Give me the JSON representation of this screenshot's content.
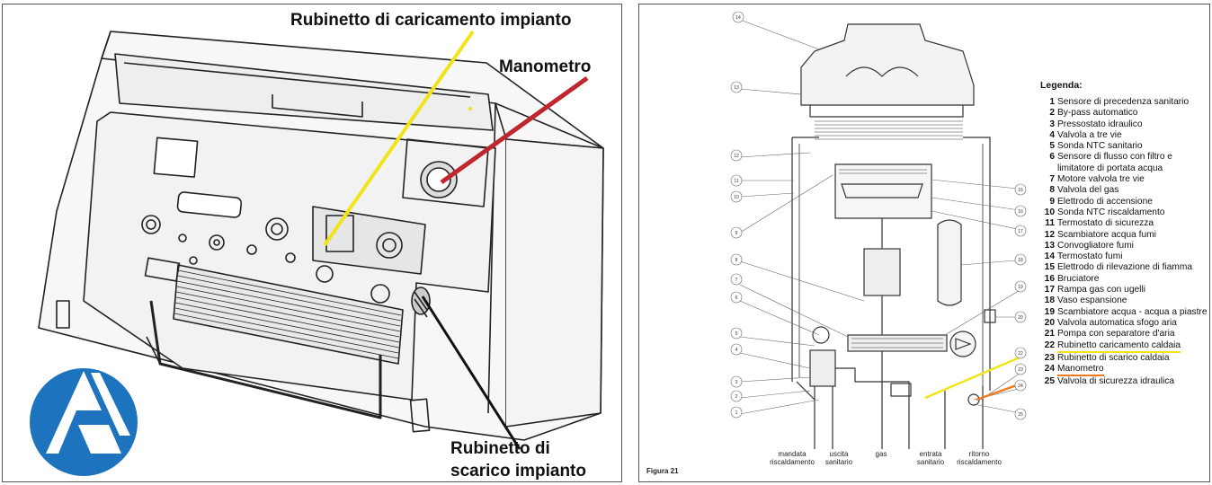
{
  "left_panel": {
    "callouts": {
      "caricamento": "Rubinetto di caricamento impianto",
      "manometro": "Manometro",
      "scarico": "Rubinetto di scarico impianto"
    },
    "colors": {
      "caricamento": "#f2e41a",
      "manometro": "#c0262d",
      "scarico": "#111111",
      "logo": "#1e73be"
    },
    "logo_icon": "brand-logo-icon"
  },
  "right_panel": {
    "legend_title": "Legenda:",
    "legend": [
      {
        "num": "1",
        "label": "Sensore di precedenza sanitario"
      },
      {
        "num": "2",
        "label": "By-pass automatico"
      },
      {
        "num": "3",
        "label": "Pressostato idraulico"
      },
      {
        "num": "4",
        "label": "Valvola a tre vie"
      },
      {
        "num": "5",
        "label": "Sonda NTC sanitario"
      },
      {
        "num": "6",
        "label": "Sensore di flusso con filtro e"
      },
      {
        "num": "",
        "label": "limitatore di portata acqua"
      },
      {
        "num": "7",
        "label": "Motore valvola tre vie"
      },
      {
        "num": "8",
        "label": "Valvola del gas"
      },
      {
        "num": "9",
        "label": "Elettrodo di accensione"
      },
      {
        "num": "10",
        "label": "Sonda NTC riscaldamento"
      },
      {
        "num": "11",
        "label": "Termostato di sicurezza"
      },
      {
        "num": "12",
        "label": "Scambiatore acqua fumi"
      },
      {
        "num": "13",
        "label": "Convogliatore fumi"
      },
      {
        "num": "14",
        "label": "Termostato fumi"
      },
      {
        "num": "15",
        "label": "Elettrodo di rilevazione di fiamma"
      },
      {
        "num": "16",
        "label": "Bruciatore"
      },
      {
        "num": "17",
        "label": "Rampa gas con ugelli"
      },
      {
        "num": "18",
        "label": "Vaso espansione"
      },
      {
        "num": "19",
        "label": "Scambiatore acqua - acqua a piastre"
      },
      {
        "num": "20",
        "label": "Valvola automatica sfogo aria"
      },
      {
        "num": "21",
        "label": "Pompa con separatore d'aria"
      },
      {
        "num": "22",
        "label": "Rubinetto caricamento caldaia"
      },
      {
        "num": "23",
        "label": "Rubinetto di scarico caldaia"
      },
      {
        "num": "24",
        "label": "Manometro"
      },
      {
        "num": "25",
        "label": "Valvola di sicurezza idraulica"
      }
    ],
    "bottom_labels": {
      "mandata": "mandata riscaldamento",
      "uscita": "uscita sanitario",
      "gas": "gas",
      "entrata": "entrata sanitario",
      "ritorno": "ritorno riscaldamento"
    },
    "figure_caption": "Figura 21",
    "diagram_numbers": [
      "14",
      "13",
      "12",
      "11",
      "10",
      "9",
      "8",
      "7",
      "6",
      "5",
      "4",
      "3",
      "2",
      "1",
      "15",
      "16",
      "17",
      "18",
      "19",
      "20",
      "22",
      "23",
      "24",
      "25"
    ]
  }
}
